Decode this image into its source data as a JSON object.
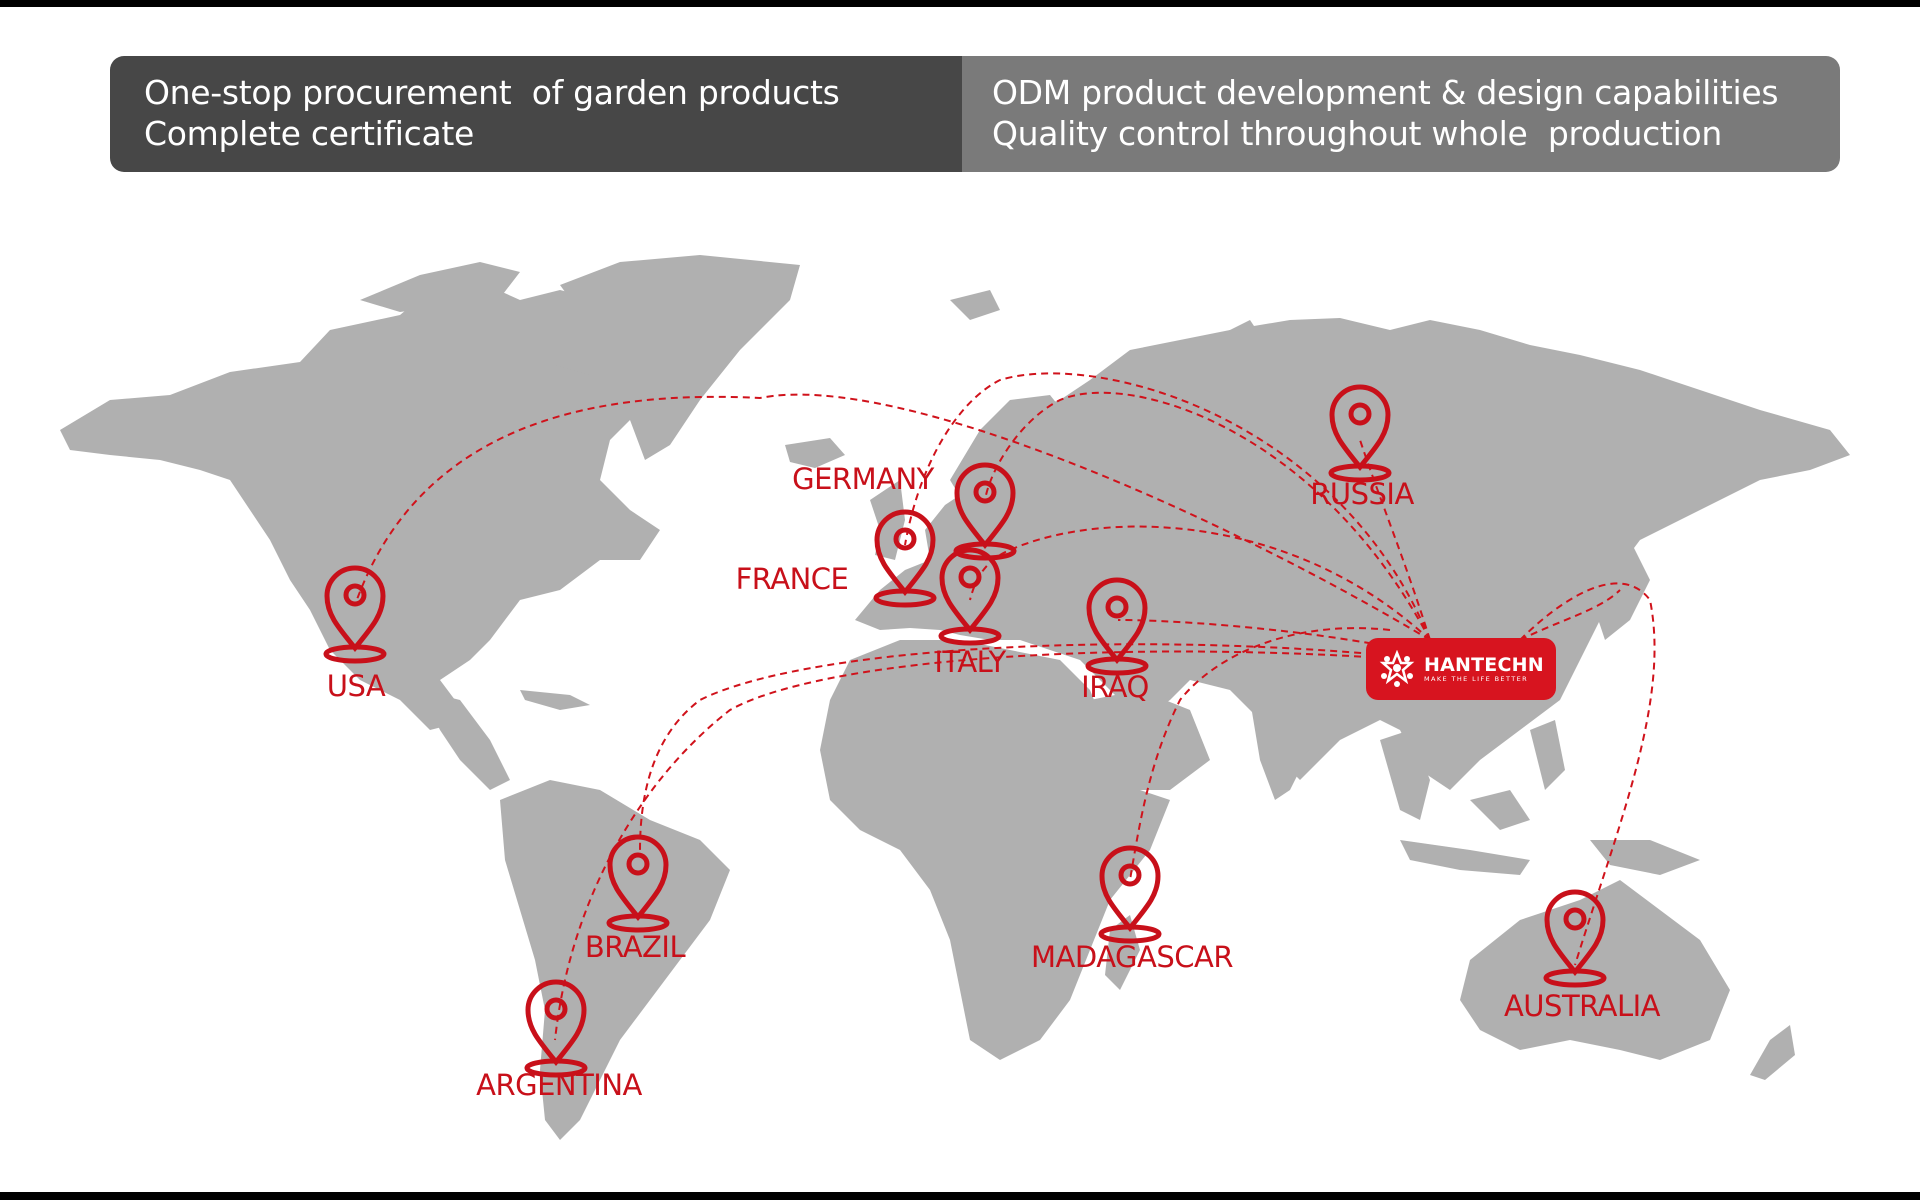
{
  "banner": {
    "left": {
      "line1": "One-stop procurement  of garden products",
      "line2": "Complete certificate"
    },
    "right": {
      "line1": "ODM product development & design capabilities",
      "line2": "Quality control throughout whole  production"
    }
  },
  "hub": {
    "name": "HANTECHN",
    "tagline": "MAKE THE LIFE BETTER",
    "color": "#d7141f"
  },
  "locations": [
    {
      "id": "usa",
      "label": "USA"
    },
    {
      "id": "germany",
      "label": "GERMANY"
    },
    {
      "id": "france",
      "label": "FRANCE"
    },
    {
      "id": "italy",
      "label": "ITALY"
    },
    {
      "id": "iraq",
      "label": "IRAQ"
    },
    {
      "id": "russia",
      "label": "RUSSIA"
    },
    {
      "id": "brazil",
      "label": "BRAZIL"
    },
    {
      "id": "argentina",
      "label": "ARGENTINA"
    },
    {
      "id": "madagascar",
      "label": "MADAGASCAR"
    },
    {
      "id": "australia",
      "label": "AUSTRALIA"
    }
  ],
  "colors": {
    "accent": "#c8101a",
    "land": "#b0b0b0",
    "banner_left": "#474747",
    "banner_right": "#7a7a7a"
  },
  "icons": {
    "location_marker": "map-pin-icon",
    "hub_logo": "hantechn-logo-icon"
  }
}
